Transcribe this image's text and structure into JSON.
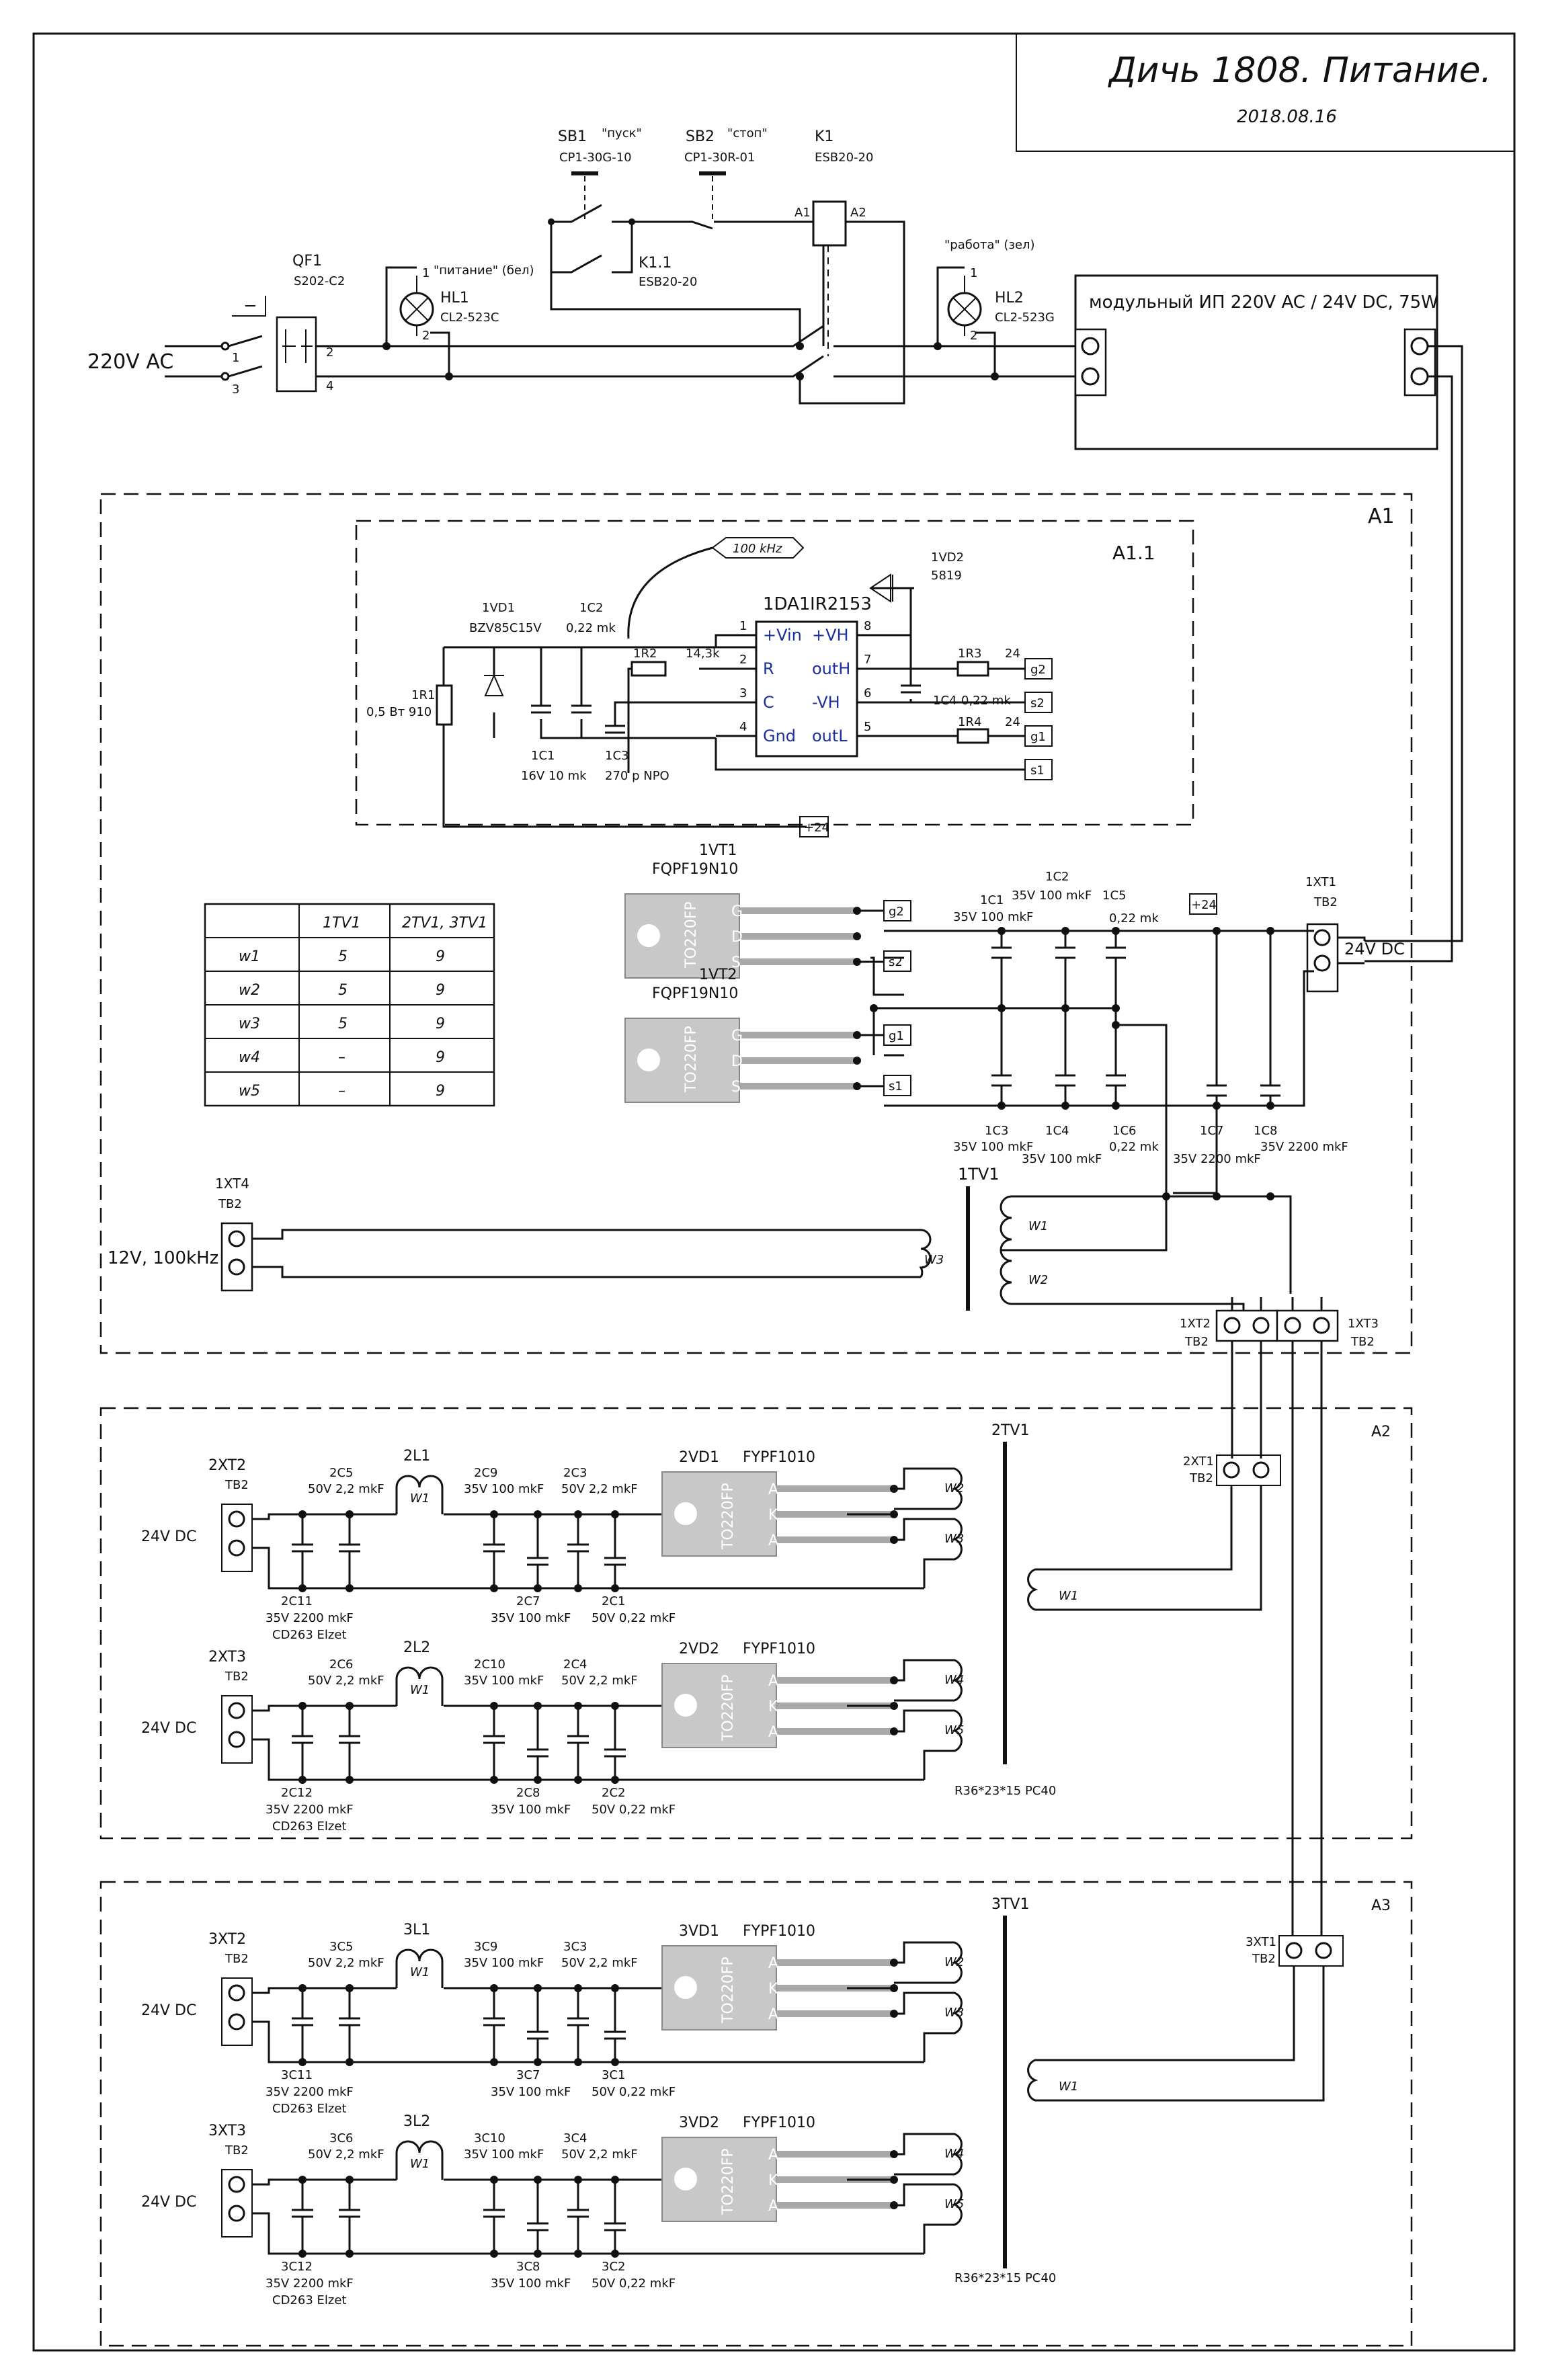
{
  "title": {
    "main": "Дичь 1808.    Питание.",
    "date": "2018.08.16"
  },
  "top": {
    "input_label": "220V AC",
    "qf1": {
      "ref": "QF1",
      "model": "S202-C2"
    },
    "sb1": {
      "ref": "SB1",
      "note": "\"пуск\"",
      "model": "CP1-30G-10"
    },
    "sb2": {
      "ref": "SB2",
      "note": "\"стоп\"",
      "model": "CP1-30R-01"
    },
    "k1": {
      "ref": "K1",
      "model": "ESB20-20",
      "a1": "A1",
      "a2": "A2"
    },
    "k11": {
      "ref": "K1.1",
      "model": "ESB20-20"
    },
    "hl1": {
      "note": "\"питание\" (бел)",
      "ref": "HL1",
      "model": "CL2-523C"
    },
    "hl2": {
      "note": "\"работа\" (зел)",
      "ref": "HL2",
      "model": "CL2-523G"
    },
    "psu": "модульный ИП 220V AC / 24V DC, 75W",
    "pins": [
      "1",
      "2",
      "3",
      "4",
      "1",
      "2",
      "1",
      "2"
    ]
  },
  "a1": {
    "label": "A1",
    "a11": {
      "label": "A1.1",
      "freq": "100 kHz",
      "chip": {
        "ref": "1DA1",
        "model": "IR2153",
        "left": [
          {
            "n": "1",
            "t": "+Vin"
          },
          {
            "n": "2",
            "t": "R"
          },
          {
            "n": "3",
            "t": "C"
          },
          {
            "n": "4",
            "t": "Gnd"
          }
        ],
        "right": [
          {
            "n": "8",
            "t": "+VH"
          },
          {
            "n": "7",
            "t": "outH"
          },
          {
            "n": "6",
            "t": "-VH"
          },
          {
            "n": "5",
            "t": "outL"
          }
        ]
      },
      "parts": {
        "vd1": "1VD1",
        "vd1m": "BZV85C15V",
        "c2": "1C2",
        "c2v": "0,22 mk",
        "r1": "1R1",
        "r1v": "0,5 Вт 910",
        "c1": "1C1",
        "c1v": "16V 10 mk",
        "c3": "1C3",
        "c3v": "270 p NPO",
        "r2": "1R2",
        "r2v": "14,3k",
        "vd2": "1VD2",
        "vd2m": "5819",
        "r3": "1R3",
        "r3v": "24",
        "c4": "1C4",
        "c4v": "0,22 mk",
        "r4": "1R4",
        "r4v": "24"
      },
      "nets": [
        "g2",
        "s2",
        "g1",
        "s1",
        "+24"
      ]
    },
    "vt1": {
      "ref": "1VT1",
      "model": "FQPF19N10",
      "pkg": "TO220FP",
      "pins": [
        "G",
        "D",
        "S"
      ],
      "nets": [
        "g2",
        "s2"
      ]
    },
    "vt2": {
      "ref": "1VT2",
      "model": "FQPF19N10",
      "pkg": "TO220FP",
      "pins": [
        "G",
        "D",
        "S"
      ],
      "nets": [
        "g1",
        "s1"
      ]
    },
    "caps": {
      "c1": "1C1",
      "c1v": "35V 100 mkF",
      "c2": "1C2",
      "c2v": "35V 100 mkF",
      "c5": "1C5",
      "c5v": "0,22 mk",
      "c3": "1C3",
      "c3v": "35V 100 mkF",
      "c4": "1C4",
      "c4v": "35V 100 mkF",
      "c6": "1C6",
      "c6v": "0,22 mk",
      "c7": "1C7",
      "c7v": "35V 2200 mkF",
      "c8": "1C8",
      "c8v": "35V 2200 mkF",
      "plus24": "+24"
    },
    "xt1": {
      "ref": "1XT1",
      "type": "TB2",
      "label": "24V DC"
    },
    "xt4": {
      "ref": "1XT4",
      "type": "TB2",
      "label": "12V, 100kHz"
    },
    "tv1": {
      "ref": "1TV1",
      "w": [
        "W1",
        "W2",
        "W3"
      ]
    },
    "xt2": {
      "ref": "1XT2",
      "type": "TB2"
    },
    "xt3": {
      "ref": "1XT3",
      "type": "TB2"
    }
  },
  "table": {
    "headers": [
      "",
      "1TV1",
      "2TV1, 3TV1"
    ],
    "rows": [
      [
        "w1",
        "5",
        "9"
      ],
      [
        "w2",
        "5",
        "9"
      ],
      [
        "w3",
        "5",
        "9"
      ],
      [
        "w4",
        "–",
        "9"
      ],
      [
        "w5",
        "–",
        "9"
      ]
    ]
  },
  "a2": {
    "label": "A2",
    "xt1": {
      "ref": "2XT1",
      "type": "TB2"
    },
    "tv": "2TV1",
    "core": "R36*23*15  PC40",
    "up": {
      "xt": "2XT2",
      "tb": "TB2",
      "out": "24V DC",
      "l": "2L1",
      "lw": "W1",
      "c5": "2C5",
      "c5v": "50V 2,2 mkF",
      "c9": "2C9",
      "c9v": "35V 100 mkF",
      "c3": "2C3",
      "c3v": "50V 2,2 mkF",
      "c11": "2C11",
      "c11v": "35V 2200 mkF",
      "c11t": "CD263 Elzet",
      "c7": "2C7",
      "c7v": "35V 100 mkF",
      "c1": "2C1",
      "c1v": "50V 0,22 mkF",
      "vd": "2VD1",
      "vdm": "FYPF1010",
      "pkg": "TO220FP",
      "pins": [
        "A",
        "K",
        "A"
      ],
      "wa": "W2",
      "wb": "W3"
    },
    "dn": {
      "xt": "2XT3",
      "tb": "TB2",
      "out": "24V DC",
      "l": "2L2",
      "lw": "W1",
      "c5": "2C6",
      "c5v": "50V 2,2 mkF",
      "c9": "2C10",
      "c9v": "35V 100 mkF",
      "c3": "2C4",
      "c3v": "50V 2,2 mkF",
      "c11": "2C12",
      "c11v": "35V 2200 mkF",
      "c11t": "CD263 Elzet",
      "c7": "2C8",
      "c7v": "35V 100 mkF",
      "c1": "2C2",
      "c1v": "50V 0,22 mkF",
      "vd": "2VD2",
      "vdm": "FYPF1010",
      "pkg": "TO220FP",
      "pins": [
        "A",
        "K",
        "A"
      ],
      "wa": "W4",
      "wb": "W5"
    },
    "w1": "W1"
  },
  "a3": {
    "label": "A3",
    "xt1": {
      "ref": "3XT1",
      "type": "TB2"
    },
    "tv": "3TV1",
    "core": "R36*23*15  PC40",
    "up": {
      "xt": "3XT2",
      "tb": "TB2",
      "out": "24V DC",
      "l": "3L1",
      "lw": "W1",
      "c5": "3C5",
      "c5v": "50V 2,2 mkF",
      "c9": "3C9",
      "c9v": "35V 100 mkF",
      "c3": "3C3",
      "c3v": "50V 2,2 mkF",
      "c11": "3C11",
      "c11v": "35V 2200 mkF",
      "c11t": "CD263 Elzet",
      "c7": "3C7",
      "c7v": "35V 100 mkF",
      "c1": "3C1",
      "c1v": "50V 0,22 mkF",
      "vd": "3VD1",
      "vdm": "FYPF1010",
      "pkg": "TO220FP",
      "pins": [
        "A",
        "K",
        "A"
      ],
      "wa": "W2",
      "wb": "W3"
    },
    "dn": {
      "xt": "3XT3",
      "tb": "TB2",
      "out": "24V DC",
      "l": "3L2",
      "lw": "W1",
      "c5": "3C6",
      "c5v": "50V 2,2 mkF",
      "c9": "3C10",
      "c9v": "35V 100 mkF",
      "c3": "3C4",
      "c3v": "50V 2,2 mkF",
      "c11": "3C12",
      "c11v": "35V 2200 mkF",
      "c11t": "CD263 Elzet",
      "c7": "3C8",
      "c7v": "35V 100 mkF",
      "c1": "3C2",
      "c1v": "50V 0,22 mkF",
      "vd": "3VD2",
      "vdm": "FYPF1010",
      "pkg": "TO220FP",
      "pins": [
        "A",
        "K",
        "A"
      ],
      "wa": "W4",
      "wb": "W5"
    },
    "w1": "W1"
  }
}
